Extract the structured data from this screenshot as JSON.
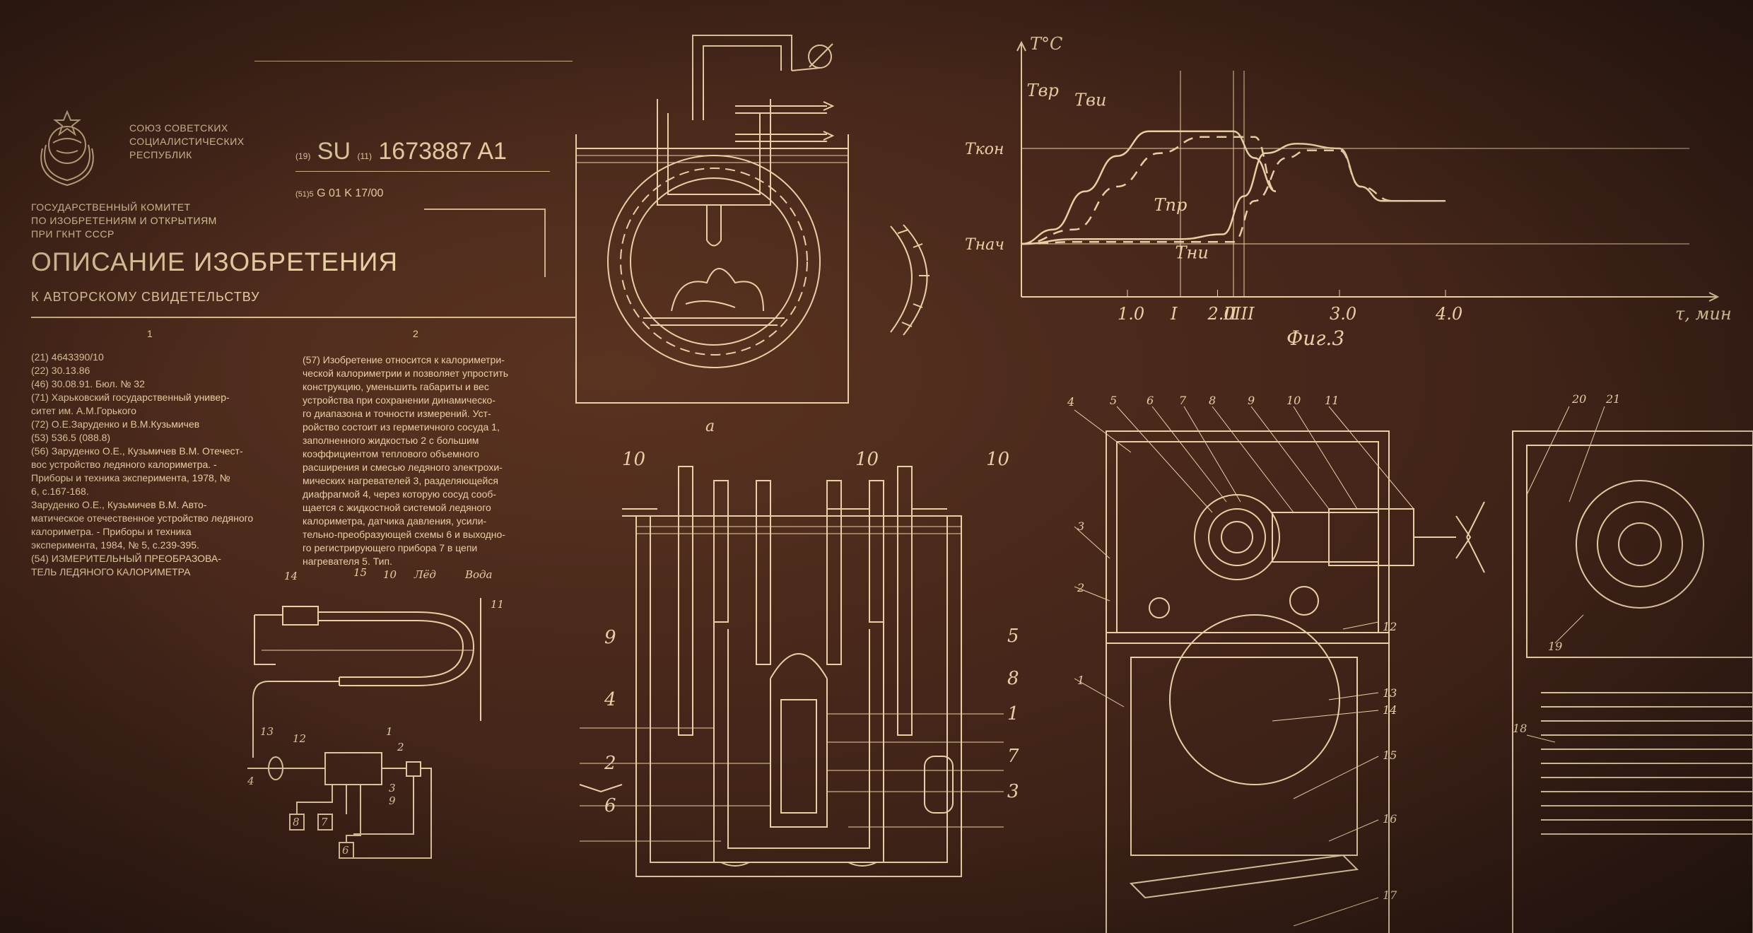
{
  "header": {
    "union_lines": [
      "СОЮЗ СОВЕТСКИХ",
      "СОЦИАЛИСТИЧЕСКИХ",
      "РЕСПУБЛИК"
    ],
    "committee_lines": [
      "ГОСУДАРСТВЕННЫЙ КОМИТЕТ",
      "ПО ИЗОБРЕТЕНИЯМ И ОТКРЫТИЯМ",
      "ПРИ ГКНТ СССР"
    ],
    "title": "ОПИСАНИЕ ИЗОБРЕТЕНИЯ",
    "subtitle": "К АВТОРСКОМУ СВИДЕТЕЛЬСТВУ",
    "code_19": "(19)",
    "country": "SU",
    "code_11": "(11)",
    "patent_number": "1673887",
    "kind": "A1",
    "code_51": "(51)5",
    "classification": "G 01 K 17/00"
  },
  "columns": {
    "col1": "1",
    "col2": "2"
  },
  "biblio_lines": [
    "(21) 4643390/10",
    "(22) 30.13.86",
    "(46) 30.08.91. Бюл. № 32",
    "(71) Харьковский государственный универ-",
    "ситет им. А.М.Горького",
    "(72) О.Е.Заруденко и В.М.Кузьмичев",
    "(53) 536.5 (088.8)",
    "(56) Заруденко О.Е., Кузьмичев В.М. Отечест-",
    "вос устройство ледяного калориметра. -",
    "Приборы и техника эксперимента, 1978, №",
    "6, с.167-168.",
    "    Заруденко О.Е., Кузьмичев В.М. Авто-",
    "матическое отечественное устройство ледяного",
    "калориметра. - Приборы и техника",
    "эксперимента, 1984, № 5, с.239-395.",
    "(54) ИЗМЕРИТЕЛЬНЫЙ ПРЕОБРАЗОВА-",
    "ТЕЛЬ ЛЕДЯНОГО КАЛОРИМЕТРА"
  ],
  "abstract_lines": [
    "(57) Изобретение относится к калориметри-",
    "ческой калориметрии и позволяет упростить",
    "конструкцию, уменьшить габариты и вес",
    "устройства при сохранении динамическо-",
    "го диапазона и точности измерений. Уст-",
    "ройство состоит из герметичного сосуда 1,",
    "заполненного жидкостью 2 с большим",
    "коэффициентом теплового объемного",
    "расширения и смесью ледяного электрохи-",
    "мических нагревателей 3, разделяющейся",
    "диафрагмой 4, через которую сосуд сооб-",
    "щается с жидкостной системой ледяного",
    "калориметра, датчика давления, усили-",
    "тельно-преобразующей схемы 6 и выходно-",
    "го регистрирующего прибора 7 в цепи",
    "нагревателя 5. Тип."
  ],
  "schematic": {
    "labels": [
      "14",
      "15",
      "10",
      "Лёд",
      "Вода",
      "11",
      "13",
      "12",
      "1",
      "2",
      "3",
      "4",
      "9",
      "8",
      "7",
      "6"
    ]
  },
  "figure_a": {
    "caption": "а"
  },
  "calorimeter": {
    "labels": [
      "10",
      "10",
      "10",
      "9",
      "4",
      "2",
      "6",
      "5",
      "8",
      "1",
      "7",
      "3"
    ]
  },
  "graph": {
    "y_axis_label": "T°C",
    "x_axis_label": "τ, мин",
    "caption": "Фиг.3",
    "y_labels": [
      "Tкон",
      "Tнач"
    ],
    "x_ticks": [
      "1.0",
      "I",
      "2.0",
      "II",
      "III",
      "3.0",
      "4.0"
    ],
    "curve_labels": [
      "Tвр",
      "Tви",
      "Tпр",
      "Tни"
    ]
  },
  "machine": {
    "labels": [
      "4",
      "5",
      "6",
      "7",
      "8",
      "9",
      "10",
      "11",
      "3",
      "2",
      "1",
      "12",
      "13",
      "14",
      "15",
      "16",
      "17",
      "20",
      "21",
      "19",
      "18"
    ]
  },
  "colors": {
    "background": "#45261a",
    "ink": "#e8cfa4"
  },
  "chart_data": {
    "type": "line",
    "title": "Фиг.3",
    "xlabel": "τ, мин",
    "ylabel": "T°C",
    "x_ticks": [
      "1.0",
      "I",
      "2.0",
      "II",
      "III",
      "3.0",
      "4.0"
    ],
    "series": [
      {
        "name": "Tвр",
        "x": [
          0.0,
          0.3,
          0.6,
          0.9,
          1.2,
          2.0,
          2.2,
          2.4
        ],
        "y": [
          0.0,
          0.15,
          0.55,
          0.92,
          1.18,
          1.18,
          0.9,
          0.55
        ]
      },
      {
        "name": "Tви",
        "x": [
          0.0,
          0.5,
          0.9,
          1.3,
          1.7,
          2.2,
          2.4
        ],
        "y": [
          0.0,
          0.15,
          0.6,
          0.95,
          1.12,
          1.12,
          0.55
        ]
      },
      {
        "name": "Tпр",
        "x": [
          0.0,
          0.5,
          1.5,
          1.9,
          2.1,
          2.3,
          2.6,
          3.0,
          3.2,
          3.4,
          3.7,
          4.0
        ],
        "y": [
          0.0,
          0.05,
          0.05,
          0.1,
          0.5,
          0.95,
          1.05,
          1.0,
          0.6,
          0.45,
          0.45,
          0.45
        ]
      },
      {
        "name": "Tни",
        "x": [
          0.0,
          0.5,
          1.5,
          2.0,
          2.2,
          2.5,
          2.7,
          3.0,
          3.2,
          3.5,
          3.9,
          4.0
        ],
        "y": [
          0.0,
          0.02,
          0.02,
          0.02,
          0.45,
          0.9,
          0.98,
          0.98,
          0.6,
          0.45,
          0.45,
          0.45
        ]
      }
    ]
  }
}
